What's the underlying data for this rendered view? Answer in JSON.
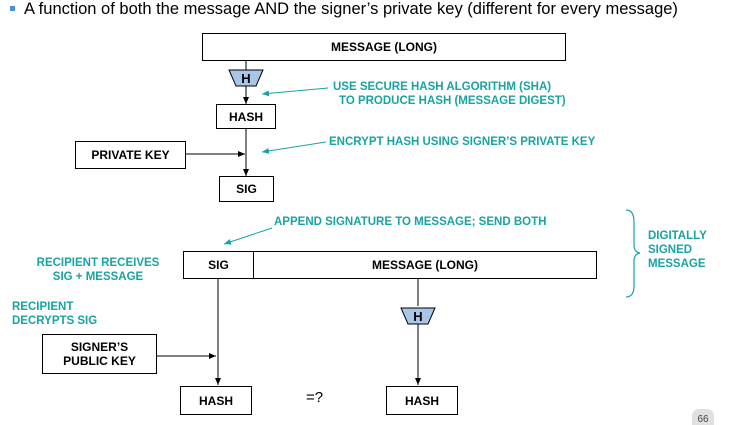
{
  "intro": {
    "text": "A function of both the message AND the signer’s private key (different for every message)"
  },
  "signing": {
    "message_box": "MESSAGE (LONG)",
    "hash_symbol": "H",
    "sha_note_line1": "USE SECURE HASH ALGORITHM (SHA)",
    "sha_note_line2": "TO PRODUCE HASH (MESSAGE DIGEST)",
    "hash_box": "HASH",
    "private_key_box": "PRIVATE KEY",
    "encrypt_note": "ENCRYPT HASH USING SIGNER’S PRIVATE KEY",
    "sig_box": "SIG"
  },
  "sending": {
    "append_note": "APPEND SIGNATURE TO MESSAGE; SEND BOTH",
    "signed_sig_cell": "SIG",
    "signed_message_cell": "MESSAGE (LONG)",
    "brace_label_line1": "DIGITALLY",
    "brace_label_line2": "SIGNED",
    "brace_label_line3": "MESSAGE"
  },
  "verifying": {
    "receives_line1": "RECIPIENT RECEIVES",
    "receives_line2": "SIG + MESSAGE",
    "decrypts_line1": "RECIPIENT",
    "decrypts_line2": "DECRYPTS SIG",
    "public_key_line1": "SIGNER’S",
    "public_key_line2": "PUBLIC KEY",
    "hash_symbol": "H",
    "left_hash_box": "HASH",
    "compare": "=?",
    "right_hash_box": "HASH"
  },
  "page_number": "66",
  "colors": {
    "annotation": "#1aa3a3",
    "bullet": "#4a90d9",
    "hash_symbol_fill": "#a9c6e8"
  }
}
